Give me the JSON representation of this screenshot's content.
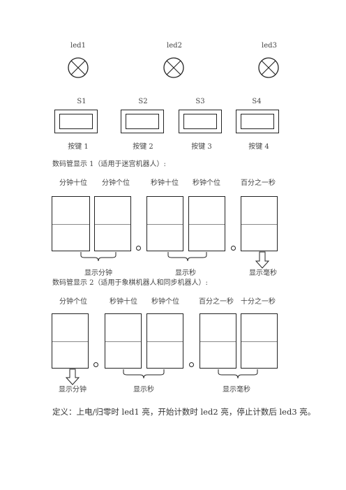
{
  "leds": [
    {
      "label": "led1"
    },
    {
      "label": "led2"
    },
    {
      "label": "led3"
    }
  ],
  "switches": [
    "S1",
    "S2",
    "S3",
    "S4"
  ],
  "buttons": [
    "按键 1",
    "按键 2",
    "按键 3",
    "按键 4"
  ],
  "display1": {
    "title": "数码管显示 1（适用于迷宫机器人）:",
    "headers": [
      "分钟十位",
      "分钟个位",
      "秒钟十位",
      "秒钟个位",
      "百分之一秒"
    ],
    "labels": [
      "显示分钟",
      "显示秒",
      "显示毫秒"
    ]
  },
  "display2": {
    "title": "数码管显示 2（适用于象棋机器人和同步机器人）:",
    "headers": [
      "分钟个位",
      "秒钟十位",
      "秒钟个位",
      "百分之一秒",
      "十分之一秒"
    ],
    "labels": [
      "显示分钟",
      "显示秒",
      "显示毫秒"
    ]
  },
  "definition": "定义：上电/归零时 led1 亮，开始计数时 led2 亮，停止计数后 led3 亮。"
}
